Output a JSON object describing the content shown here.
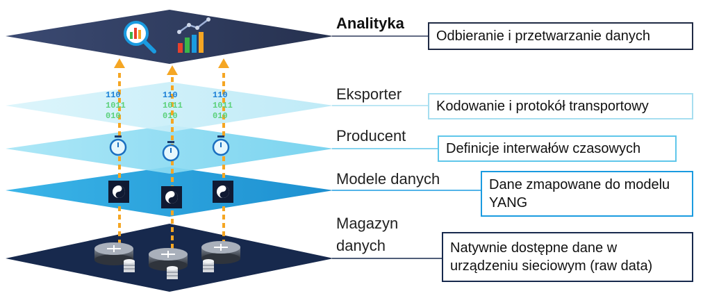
{
  "layers": [
    {
      "id": "analytics",
      "label": "Analityka",
      "description": "Odbieranie i przetwarzanie danych",
      "color": "#2e3a5c"
    },
    {
      "id": "exporter",
      "label": "Eksporter",
      "description": "Kodowanie i protokół transportowy",
      "color": "#c9eef8"
    },
    {
      "id": "producer",
      "label": "Producent",
      "description": "Definicje interwałów czasowych",
      "color": "#8fdcf2"
    },
    {
      "id": "models",
      "label": "Modele danych",
      "description": "Dane zmapowane do modelu YANG",
      "color": "#2aa3dd"
    },
    {
      "id": "storage",
      "label": "Magazyn\ndanych",
      "description": "Natywnie dostępne dane w urządzeniu sieciowym (raw data)",
      "color": "#17294d"
    }
  ],
  "binary": {
    "line1": "110",
    "line2": "1011",
    "line3": "010"
  },
  "colors": {
    "arrow": "#f5a623",
    "binary_green": "#5bd17a",
    "binary_blue": "#1a7fd6"
  },
  "icons": [
    "analytics-magnifier-icon",
    "bar-line-chart-icon",
    "stopwatch-icon",
    "yin-yang-icon",
    "router-icon",
    "database-icon"
  ]
}
